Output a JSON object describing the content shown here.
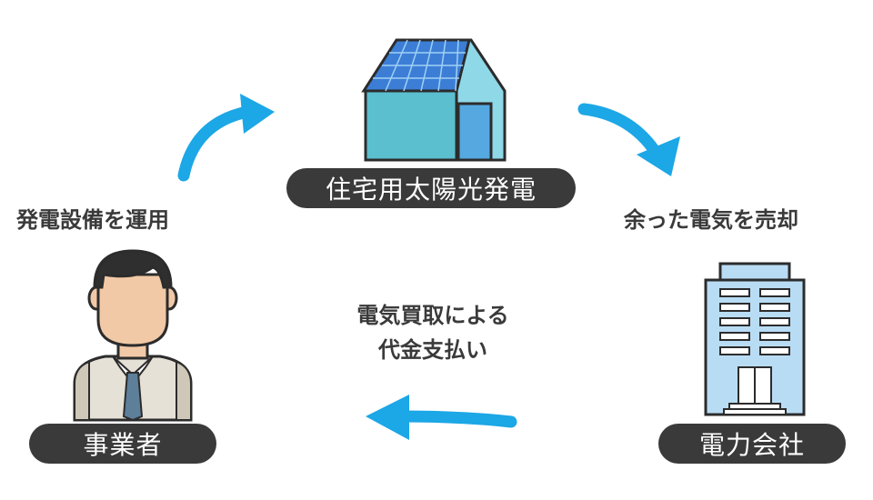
{
  "nodes": {
    "house": {
      "label": "住宅用太陽光発電"
    },
    "operator": {
      "label": "事業者"
    },
    "utility": {
      "label": "電力会社"
    }
  },
  "edges": {
    "operate": {
      "label": "発電設備を運用"
    },
    "sell": {
      "label": "余った電気を売却"
    },
    "payment": {
      "line1": "電気買取による",
      "line2": "代金支払い"
    }
  },
  "colors": {
    "arrow": "#1ca7e6",
    "pill": "#3a3a3a",
    "house_wall": "#5bbfcf",
    "house_roof_side": "#8fd8e8",
    "solar_panel": "#3c7ed6",
    "building": "#b9dcf5",
    "outline": "#2c2c2c"
  }
}
